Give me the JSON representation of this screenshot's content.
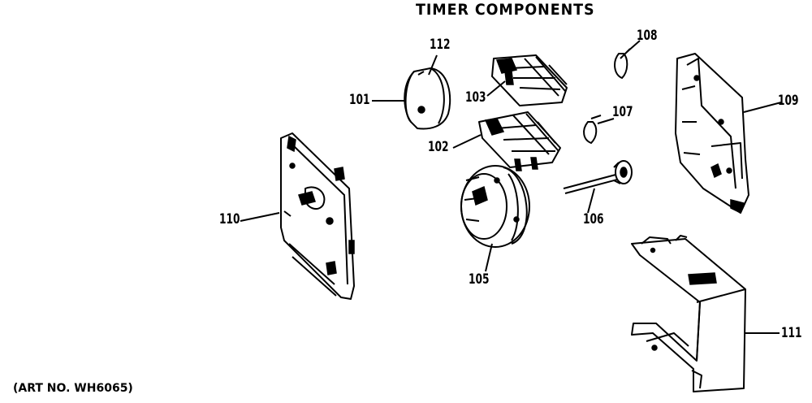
{
  "diagram": {
    "title": "TIMER COMPONENTS",
    "art_number": "(ART NO. WH6065)",
    "callouts": [
      "101",
      "102",
      "103",
      "105",
      "106",
      "107",
      "108",
      "109",
      "110",
      "111",
      "112"
    ]
  }
}
